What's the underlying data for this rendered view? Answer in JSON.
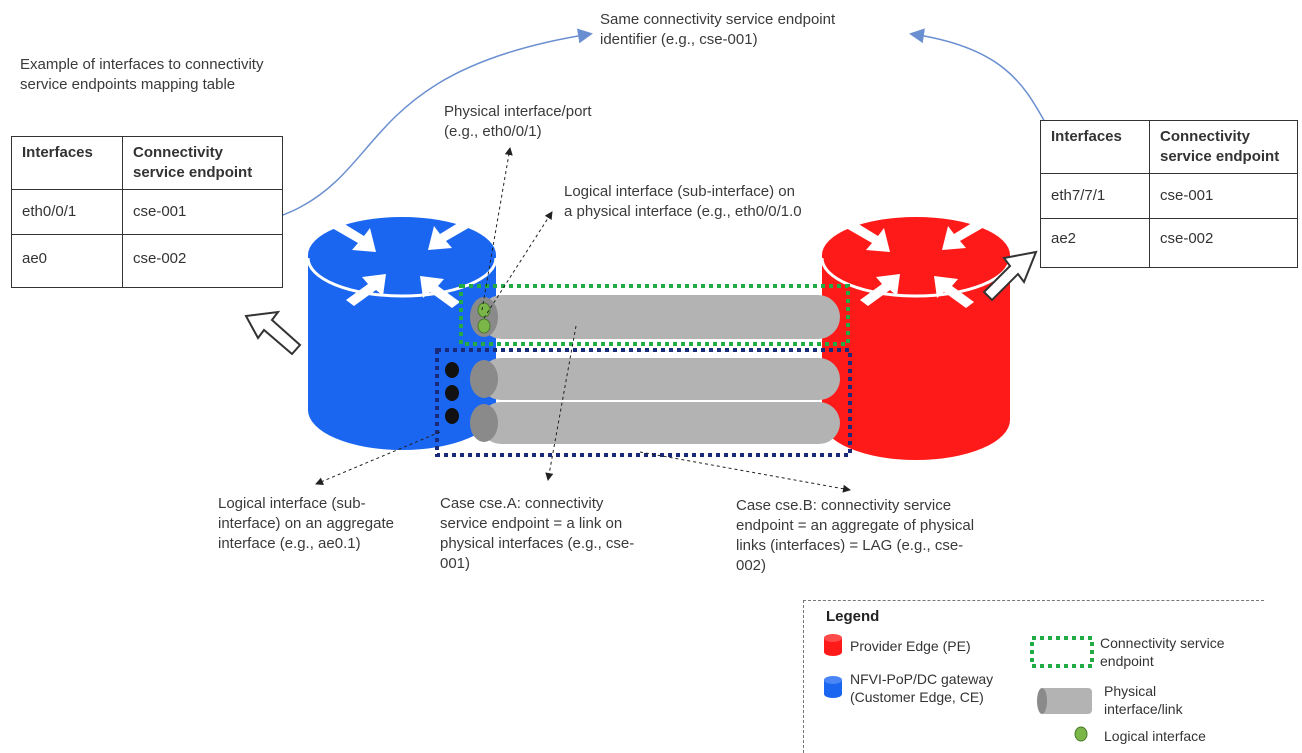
{
  "top_label": "Same connectivity service endpoint identifier (e.g., cse-001)",
  "left_table": {
    "caption": "Example of interfaces to connectivity service endpoints mapping table",
    "headers": [
      "Interfaces",
      "Connectivity service endpoint"
    ],
    "rows": [
      [
        "eth0/0/1",
        "cse-001"
      ],
      [
        "ae0",
        "cse-002"
      ]
    ]
  },
  "right_table": {
    "headers": [
      "Interfaces",
      "Connectivity service endpoint"
    ],
    "rows": [
      [
        "eth7/7/1",
        "cse-001"
      ],
      [
        "ae2",
        "cse-002"
      ]
    ]
  },
  "annotations": {
    "physical_port": "Physical interface/port (e.g., eth0/0/1)",
    "logical_sub": "Logical interface (sub-interface) on a physical interface (e.g., eth0/0/1.0",
    "logical_agg": "Logical interface (sub-interface) on an aggregate interface (e.g., ae0.1)",
    "case_a": "Case cse.A: connectivity service endpoint = a link on physical interfaces (e.g., cse-001)",
    "case_b": "Case cse.B: connectivity service endpoint = an aggregate of physical links (interfaces) = LAG (e.g., cse-002)"
  },
  "legend": {
    "title": "Legend",
    "pe": "Provider Edge (PE)",
    "ce": "NFVI-PoP/DC gateway (Customer Edge, CE)",
    "cse": "Connectivity service endpoint",
    "physical": "Physical interface/link",
    "logical": "Logical interface"
  },
  "colors": {
    "ce_router": "#1a66f0",
    "pe_router": "#ff1a1a",
    "link_gray": "#b3b3b3",
    "cse_dotted_green": "#22aa44",
    "lag_dotted_navy": "#1a2a7a",
    "logical_green": "#7ab648",
    "curve_blue": "#6a8fd0"
  }
}
